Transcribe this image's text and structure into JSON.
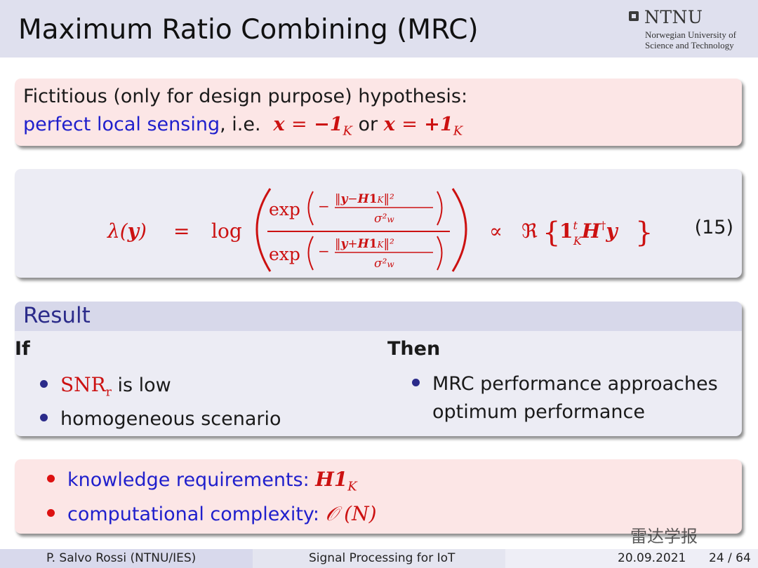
{
  "header": {
    "title": "Maximum Ratio Combining (MRC)",
    "logo_name": "NTNU",
    "logo_sub_line1": "Norwegian University of",
    "logo_sub_line2": "Science and Technology"
  },
  "hypothesis": {
    "line1": "Fictitious (only for design purpose) hypothesis:",
    "line2_blue": "perfect local sensing",
    "line2_ie": ", i.e.",
    "line2_or": "or"
  },
  "equation": {
    "number": "(15)"
  },
  "result": {
    "title": "Result",
    "if_label": "If",
    "then_label": "Then",
    "if_items": [
      "is low",
      "homogeneous scenario"
    ],
    "then_line1": "MRC performance approaches",
    "then_line2": "optimum performance"
  },
  "requirements": {
    "knowledge_label": "knowledge requirements:",
    "complexity_label": "computational complexity:"
  },
  "footer": {
    "author": "P. Salvo Rossi  (NTNU/IES)",
    "course": "Signal Processing for IoT",
    "date": "20.09.2021",
    "page": "24 / 64"
  },
  "watermark": "雷达学报",
  "colors": {
    "header_bg": "#dfe0ee",
    "red_box": "#fce6e6",
    "blue_box": "#ececf4",
    "accent_blue": "#2b2b8a",
    "math_red": "#cc1111"
  }
}
